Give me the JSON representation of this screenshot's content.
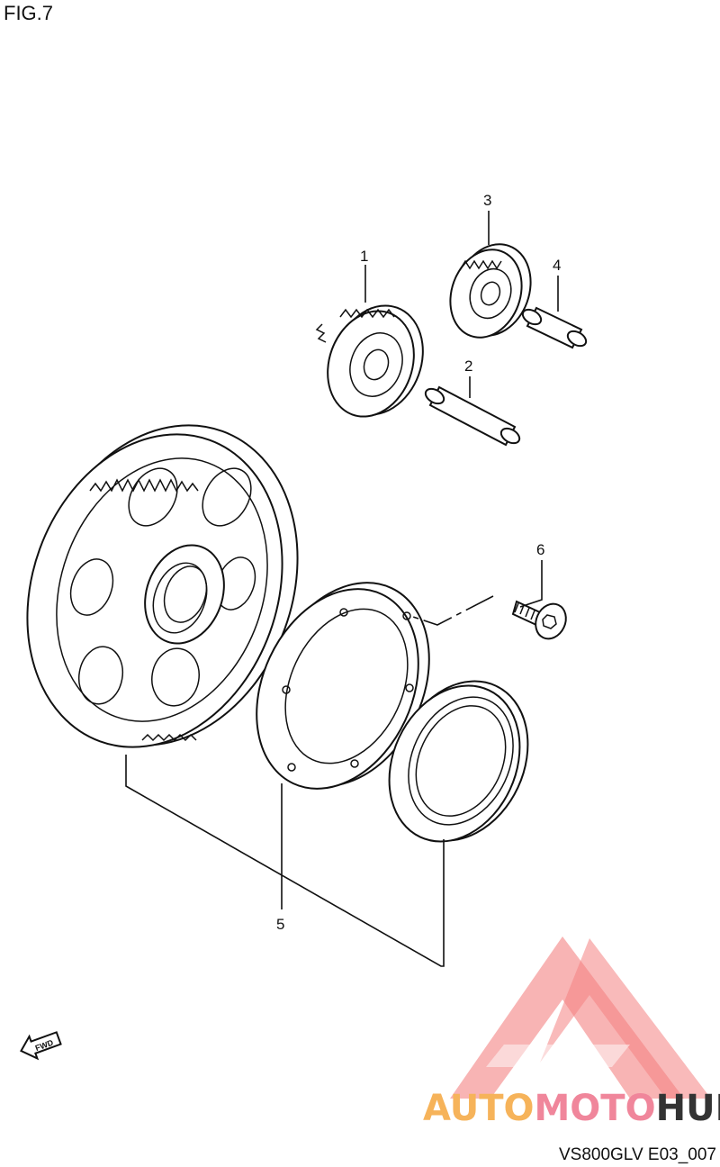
{
  "title": "FIG.7",
  "drawing_code": "VS800GLV E03_007",
  "callouts": [
    "1",
    "2",
    "3",
    "4",
    "5",
    "6"
  ],
  "fwd_label": "FWD",
  "watermark": {
    "part1": "AUTO",
    "part2": "MOTO",
    "part3": "HUB",
    "colors": {
      "logo": "#f26b6b",
      "auto": "#f6b35a",
      "moto": "#f0869b",
      "hub": "#333333"
    }
  }
}
